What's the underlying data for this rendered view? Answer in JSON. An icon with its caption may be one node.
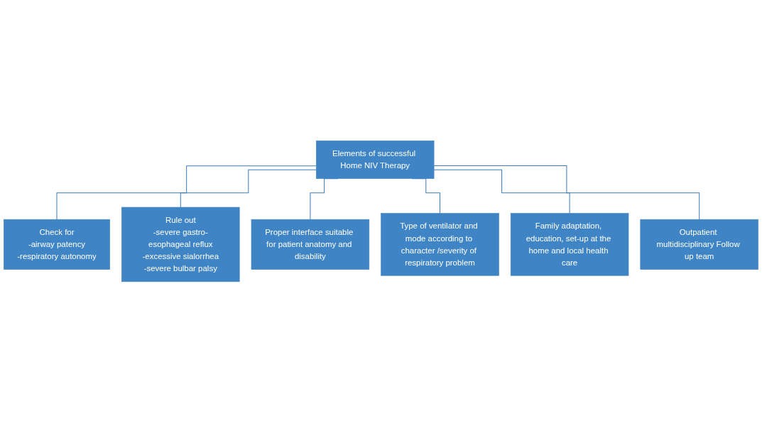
{
  "diagram": {
    "nodes": [
      {
        "text": [
          "Elements of successful Home NIV Therapy"
        ]
      },
      {
        "text": [
          "Check for",
          "-airway patency",
          "-respiratory autonomy"
        ]
      },
      {
        "text": [
          "Rule out",
          "-severe gastro-esophageal reflux",
          "-excessive sialorrhea",
          "-severe bulbar palsy"
        ]
      },
      {
        "text": [
          "Proper interface suitable for patient anatomy and disability"
        ]
      },
      {
        "text": [
          "Type of ventilator and mode according to character /severity of respiratory problem"
        ]
      },
      {
        "text": [
          "Family adaptation, education, set-up at the home and local health care"
        ]
      },
      {
        "text": [
          "Outpatient multidisciplinary Follow up team"
        ]
      }
    ],
    "edges": [
      {
        "from": 0,
        "to": 1,
        "arrow": "none"
      },
      {
        "from": 0,
        "to": 2,
        "arrow": "none"
      },
      {
        "from": 0,
        "to": 3,
        "arrow": "none"
      },
      {
        "from": 0,
        "to": 4,
        "arrow": "none"
      },
      {
        "from": 0,
        "to": 5,
        "arrow": "none"
      },
      {
        "from": 0,
        "to": 6,
        "arrow": "none"
      }
    ]
  }
}
